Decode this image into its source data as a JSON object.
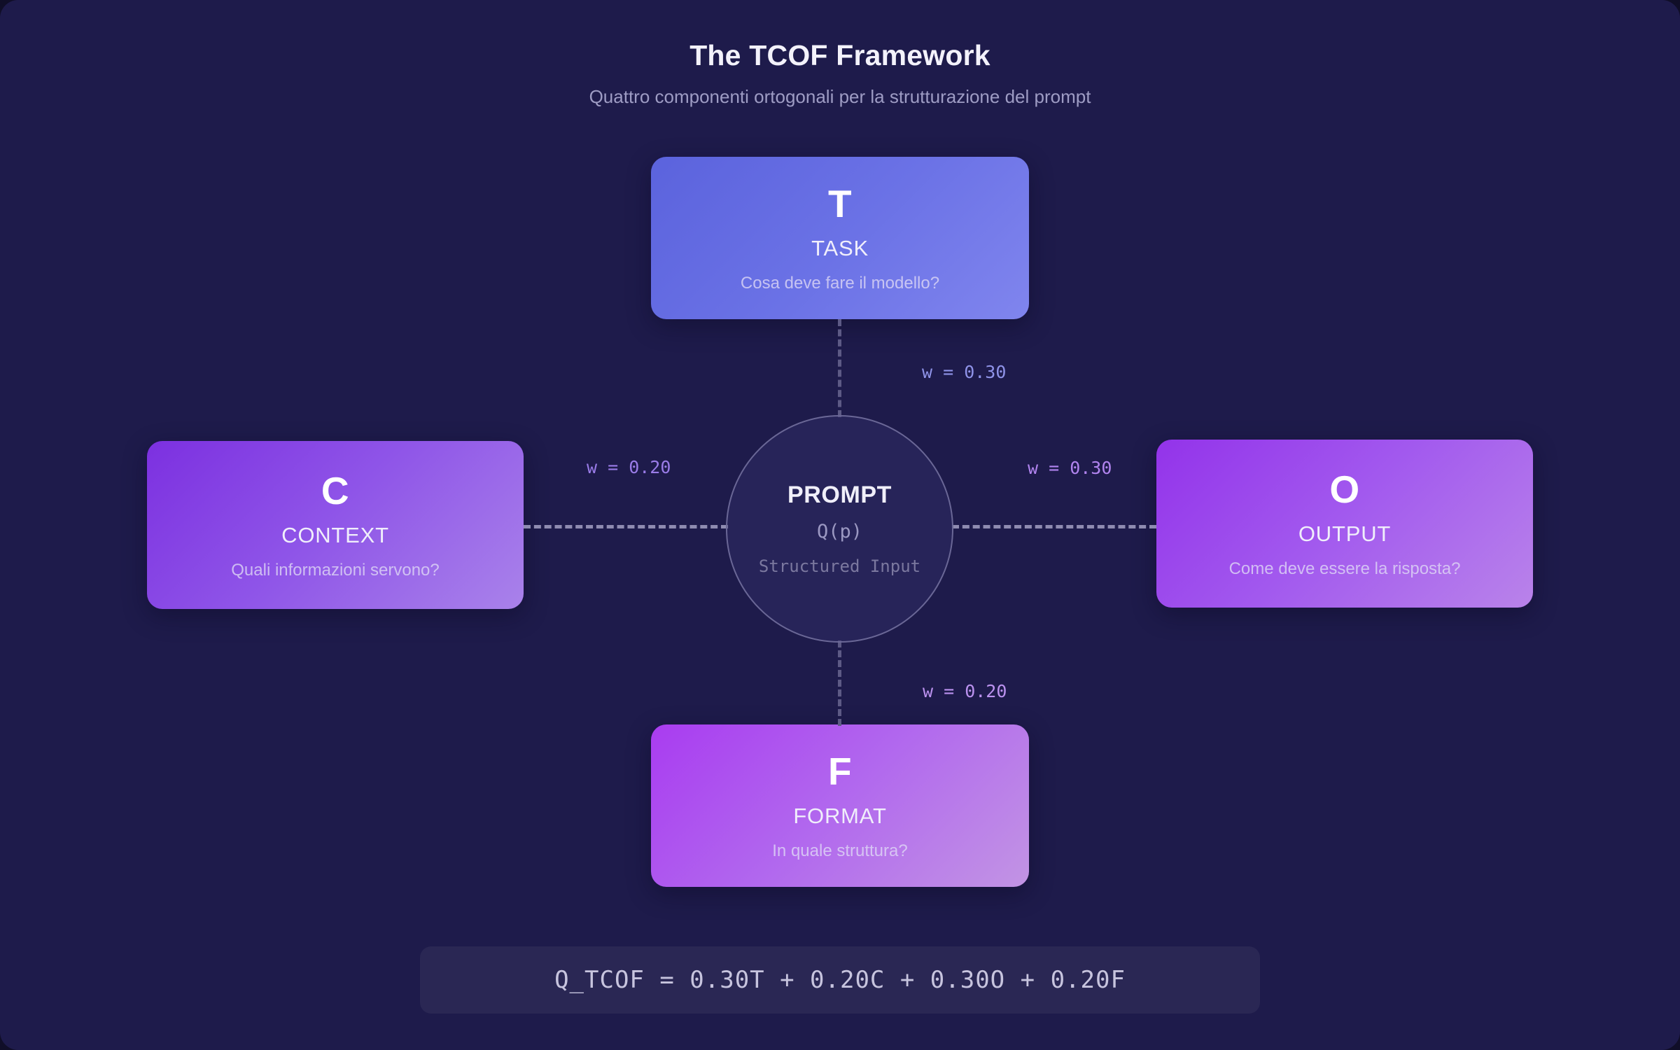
{
  "header": {
    "title": "The TCOF Framework",
    "subtitle": "Quattro componenti ortogonali per la strutturazione del prompt"
  },
  "hub": {
    "title": "PROMPT",
    "formula": "Q(p)",
    "caption": "Structured Input"
  },
  "nodes": [
    {
      "id": "task",
      "letter": "T",
      "name": "TASK",
      "question": "Cosa deve fare il modello?",
      "weight_label": "w = 0.30",
      "weight": 0.3,
      "color": "#6b72e6"
    },
    {
      "id": "context",
      "letter": "C",
      "name": "CONTEXT",
      "question": "Quali informazioni servono?",
      "weight_label": "w = 0.20",
      "weight": 0.2,
      "color": "#8f55e8"
    },
    {
      "id": "output",
      "letter": "O",
      "name": "OUTPUT",
      "question": "Come deve essere la risposta?",
      "weight_label": "w = 0.30",
      "weight": 0.3,
      "color": "#a259ee"
    },
    {
      "id": "format",
      "letter": "F",
      "name": "FORMAT",
      "question": "In quale struttura?",
      "weight_label": "w = 0.20",
      "weight": 0.2,
      "color": "#b167ee"
    }
  ],
  "formula_bar": {
    "text": "Q_TCOF = 0.30T + 0.20C + 0.30O + 0.20F"
  },
  "colors": {
    "background": "#1e1b4b",
    "formula_bar_background": "#2a2754",
    "hub_border": "#6a6796",
    "connector_vertical": "#5d5a85",
    "connector_horizontal": "#8e8bb0",
    "title": "#f3f2fb",
    "subtitle": "#9e9cc4"
  }
}
